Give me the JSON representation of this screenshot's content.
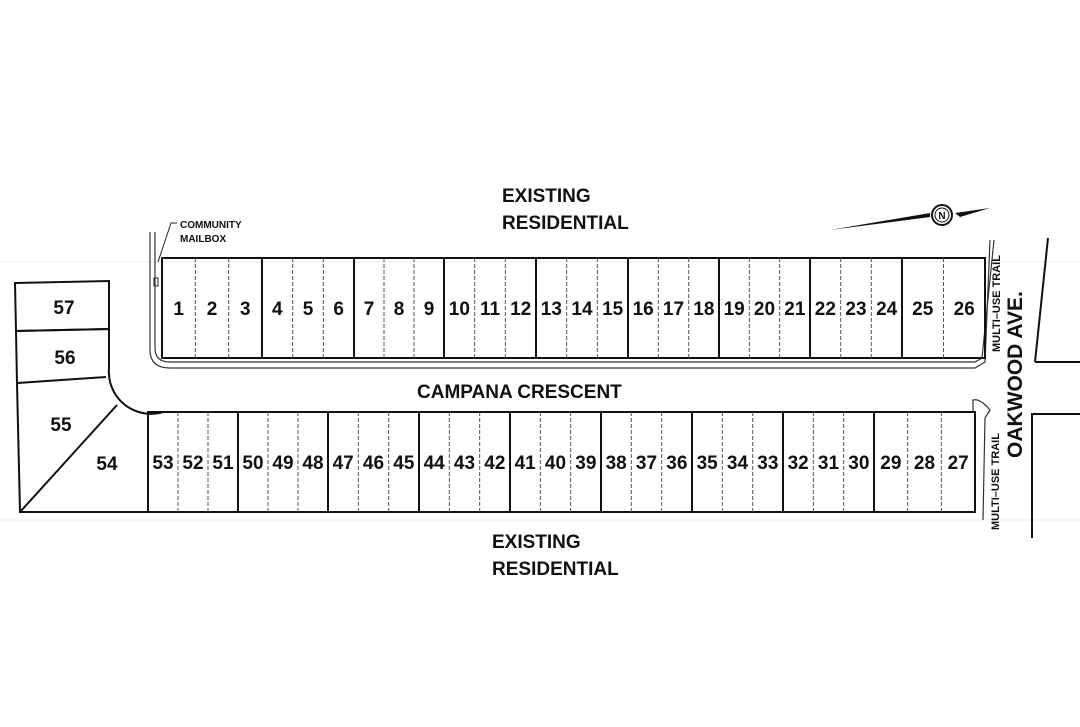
{
  "labels": {
    "top_area": [
      "EXISTING",
      "RESIDENTIAL"
    ],
    "bottom_area": [
      "EXISTING",
      "RESIDENTIAL"
    ],
    "street": "CAMPANA CRESCENT",
    "avenue": "OAKWOOD AVE.",
    "mailbox": [
      "COMMUNITY",
      "MAILBOX"
    ],
    "trail_top": "MULTI–USE TRAIL",
    "trail_bottom": "MULTI–USE TRAIL",
    "north": "N"
  },
  "top_row_blocks": [
    [
      "1",
      "2",
      "3"
    ],
    [
      "4",
      "5",
      "6"
    ],
    [
      "7",
      "8",
      "9"
    ],
    [
      "10",
      "11",
      "12"
    ],
    [
      "13",
      "14",
      "15"
    ],
    [
      "16",
      "17",
      "18"
    ],
    [
      "19",
      "20",
      "21"
    ],
    [
      "22",
      "23",
      "24"
    ],
    [
      "25",
      "26"
    ]
  ],
  "bottom_row_blocks": [
    [
      "53",
      "52",
      "51"
    ],
    [
      "50",
      "49",
      "48"
    ],
    [
      "47",
      "46",
      "45"
    ],
    [
      "44",
      "43",
      "42"
    ],
    [
      "41",
      "40",
      "39"
    ],
    [
      "38",
      "37",
      "36"
    ],
    [
      "35",
      "34",
      "33"
    ],
    [
      "32",
      "31",
      "30"
    ],
    [
      "29",
      "28",
      "27"
    ]
  ],
  "corner_lots": [
    "57",
    "56",
    "55",
    "54"
  ]
}
